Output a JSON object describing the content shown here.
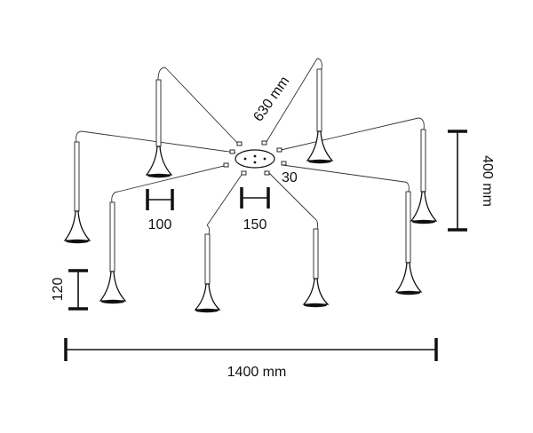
{
  "dimensions": {
    "cable_length": "630 mm",
    "height": "400 mm",
    "total_width": "1400 mm",
    "canopy_depth": "30",
    "shade_diameter": "100",
    "canopy_diameter": "150",
    "shade_height": "120"
  },
  "colors": {
    "line": "#111111",
    "background": "#ffffff"
  },
  "pendant_count": 8
}
